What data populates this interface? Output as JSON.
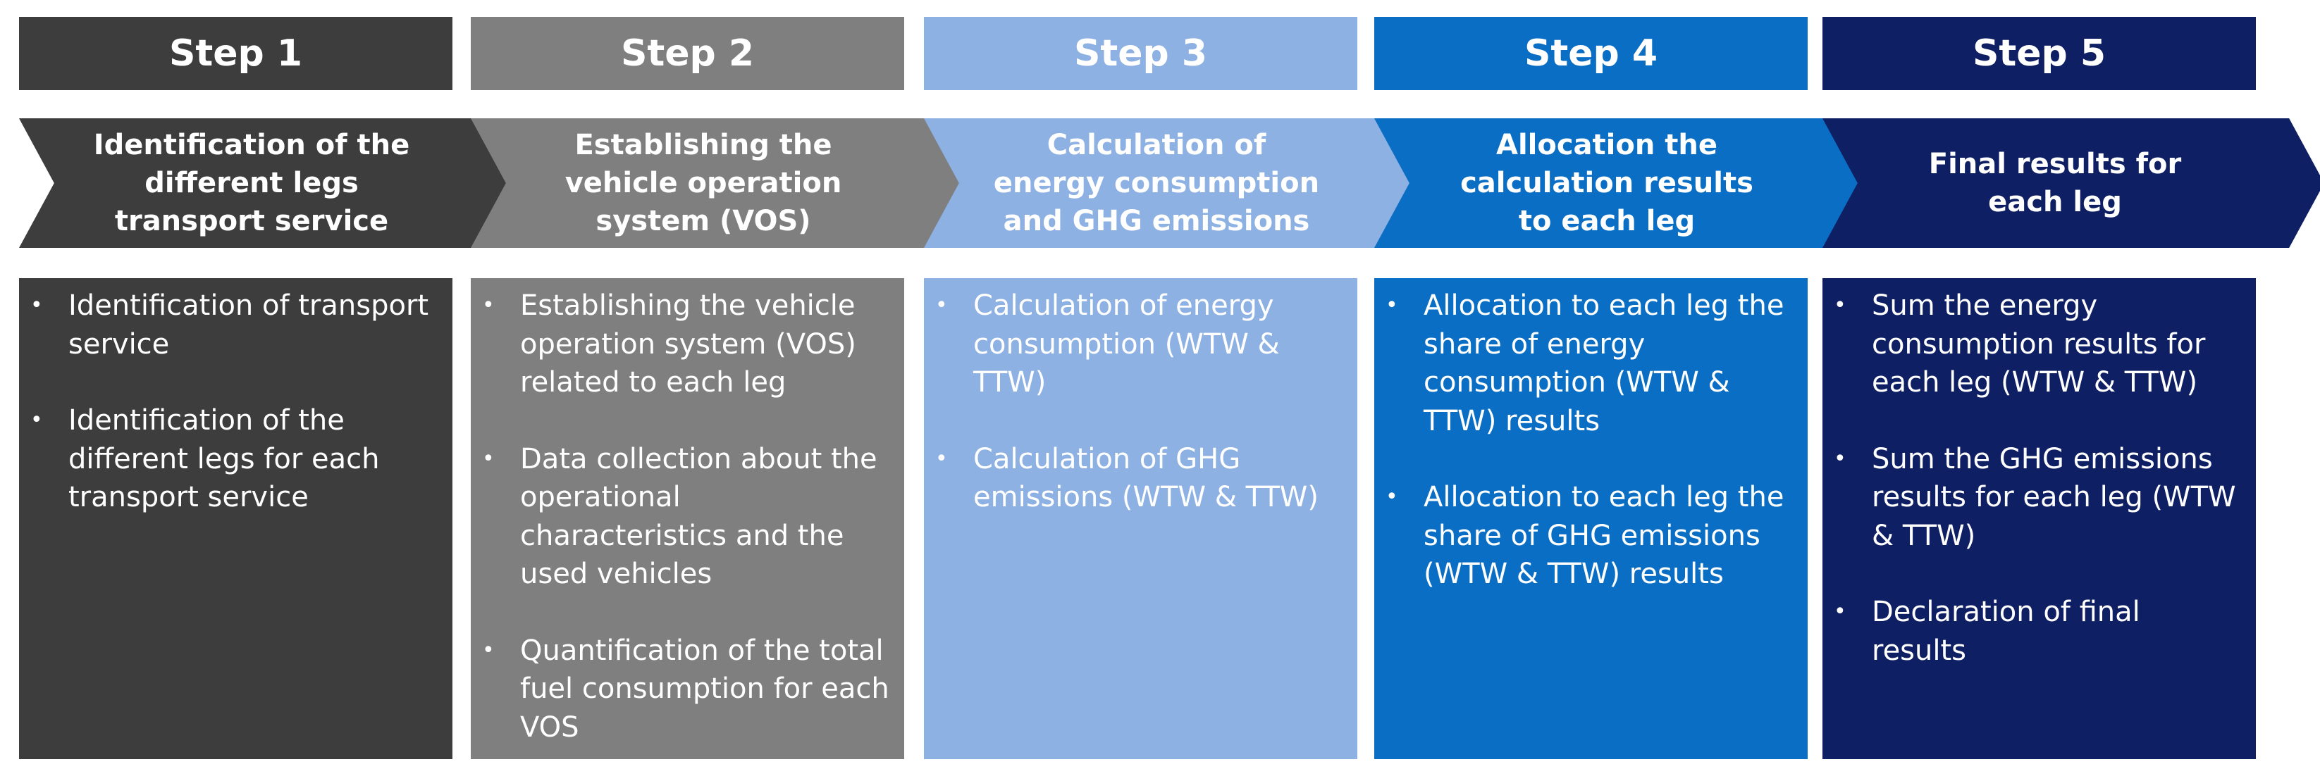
{
  "steps": [
    {
      "label": "Step 1",
      "title": "Identification of the different legs transport service",
      "items": [
        "Identification of transport service",
        "Identification of the different legs for each transport service"
      ],
      "colors": {
        "header": "#3d3d3d",
        "chevron": "#3d3d3d",
        "panel": "#3d3d3d"
      }
    },
    {
      "label": "Step 2",
      "title": "Establishing the vehicle operation system (VOS)",
      "items": [
        "Establishing the vehicle operation system (VOS) related to each leg",
        "Data collection about the operational characteristics and the used vehicles",
        "Quantification of the total fuel consumption for each VOS"
      ],
      "colors": {
        "header": "#7f7f7f",
        "chevron": "#7f7f7f",
        "panel": "#7f7f7f"
      }
    },
    {
      "label": "Step 3",
      "title": "Calculation of energy consumption and GHG emissions",
      "items": [
        "Calculation of energy consumption (WTW & TTW)",
        "Calculation of GHG emissions (WTW & TTW)"
      ],
      "colors": {
        "header": "#8eb1e3",
        "chevron": "#8eb1e3",
        "panel": "#8eb1e3"
      }
    },
    {
      "label": "Step 4",
      "title": "Allocation the calculation results to each leg",
      "items": [
        "Allocation to each leg the share of energy consumption (WTW & TTW) results",
        "Allocation to each leg the share of GHG emissions (WTW & TTW) results"
      ],
      "colors": {
        "header": "#0a6ec4",
        "chevron": "#0a6ec4",
        "panel": "#0a6ec4"
      }
    },
    {
      "label": "Step 5",
      "title": "Final results for each leg",
      "items": [
        "Sum the energy consumption results for each leg (WTW & TTW)",
        "Sum the GHG emissions results for each leg (WTW & TTW)",
        "Declaration of final results"
      ],
      "colors": {
        "header": "#0f1f63",
        "chevron": "#0f1f63",
        "panel": "#0f1f63"
      }
    }
  ]
}
